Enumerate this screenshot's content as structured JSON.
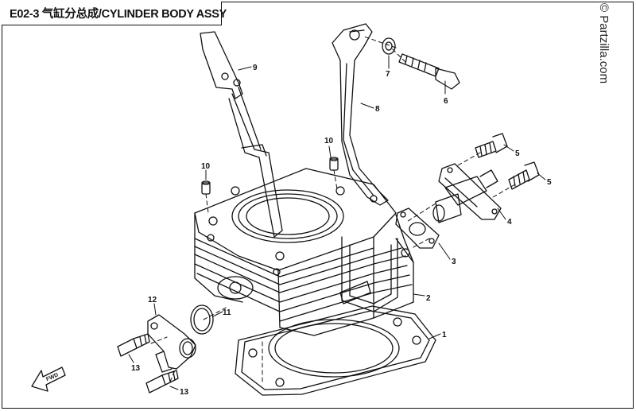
{
  "title": "E02-3 气缸分总成/CYLINDER BODY ASSY",
  "watermark": "© Partzilla.com",
  "direction_label": "FWD",
  "callouts": [
    {
      "id": "1",
      "name": "cylinder-gasket"
    },
    {
      "id": "2",
      "name": "cylinder-body"
    },
    {
      "id": "3",
      "name": "tensioner-gasket"
    },
    {
      "id": "4",
      "name": "chain-tensioner"
    },
    {
      "id": "5",
      "name": "tensioner-bolt"
    },
    {
      "id": "5",
      "name": "tensioner-bolt"
    },
    {
      "id": "6",
      "name": "guide-bolt"
    },
    {
      "id": "7",
      "name": "guide-washer"
    },
    {
      "id": "8",
      "name": "chain-guide-rear"
    },
    {
      "id": "9",
      "name": "chain-guide-front"
    },
    {
      "id": "10",
      "name": "dowel-pin"
    },
    {
      "id": "10",
      "name": "dowel-pin"
    },
    {
      "id": "11",
      "name": "o-ring"
    },
    {
      "id": "12",
      "name": "water-inlet-pipe"
    },
    {
      "id": "13",
      "name": "pipe-bolt"
    },
    {
      "id": "13",
      "name": "pipe-bolt"
    }
  ],
  "colors": {
    "line": "#111111",
    "background": "#ffffff"
  }
}
